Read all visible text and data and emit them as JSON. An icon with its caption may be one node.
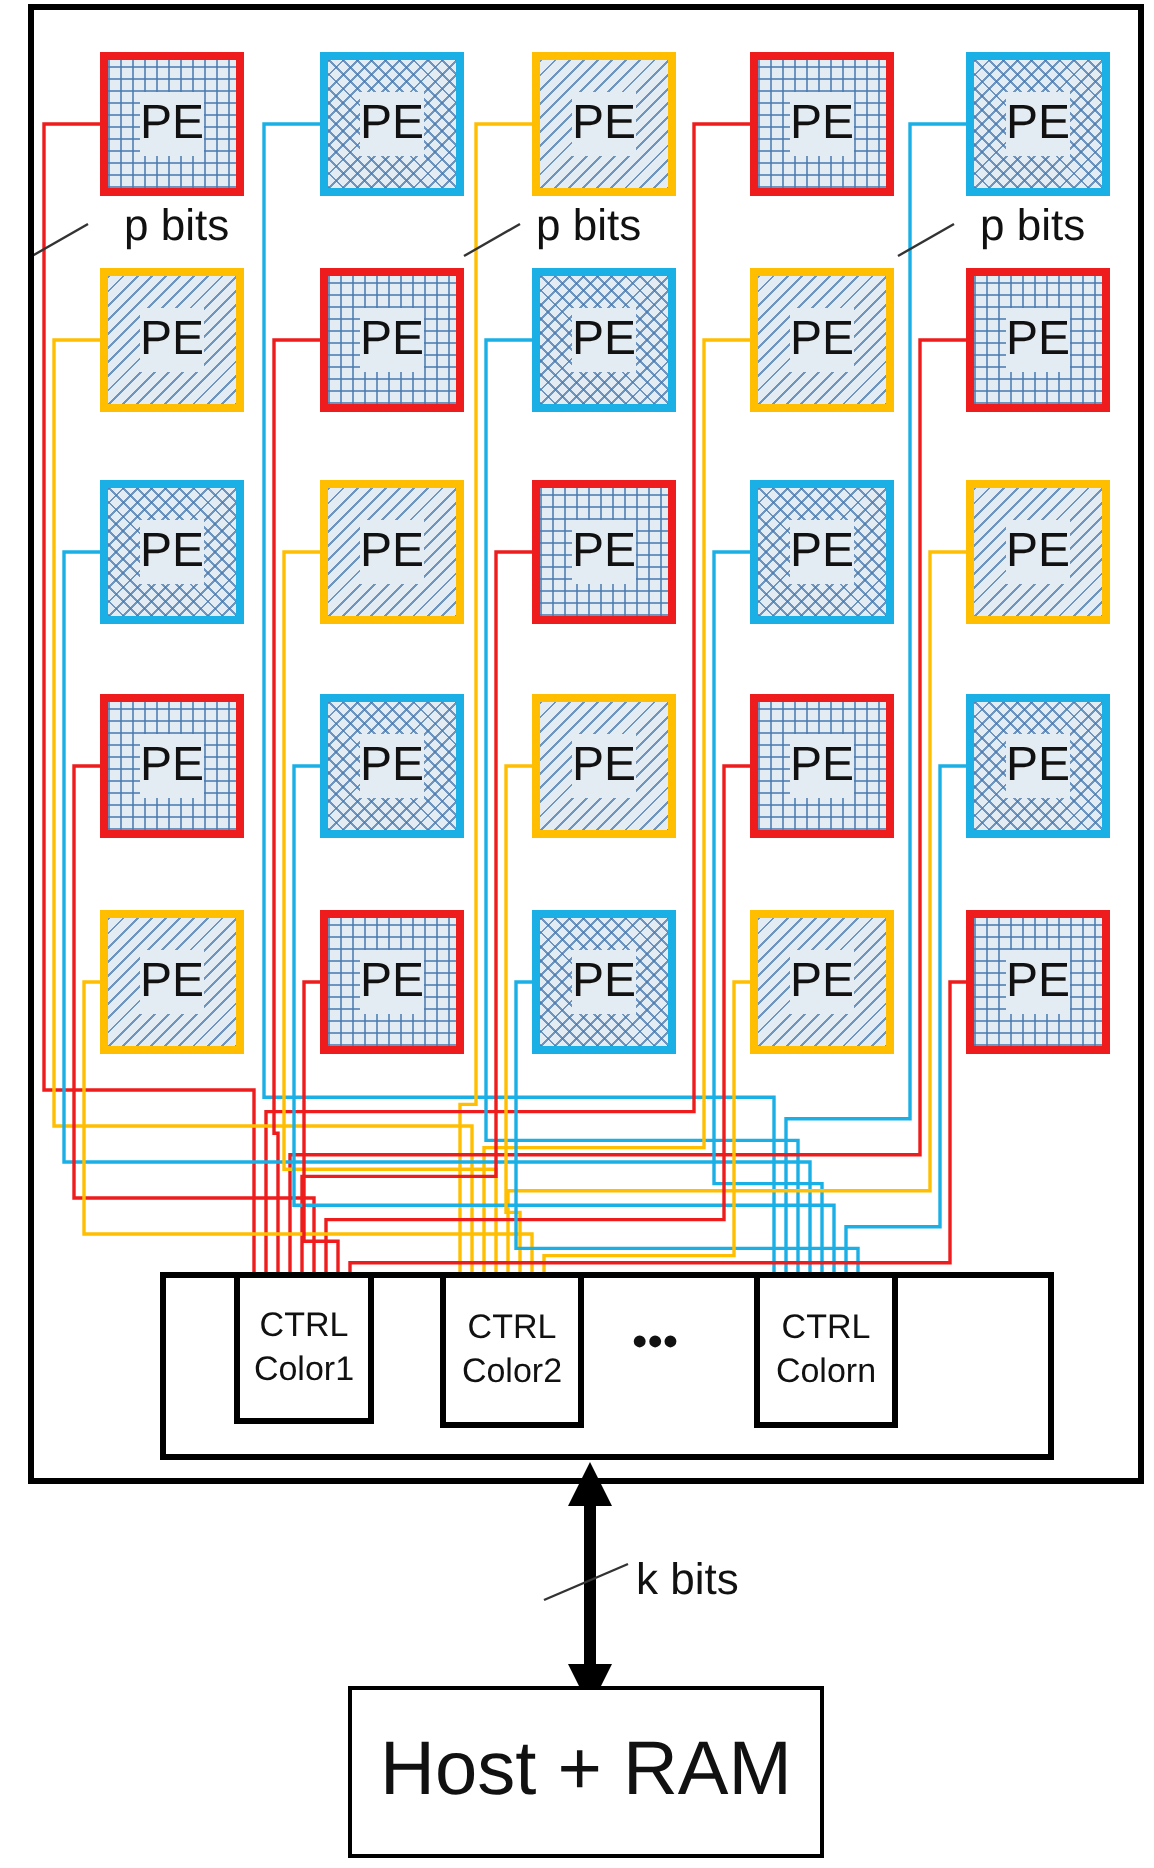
{
  "diagram": {
    "nodes": [
      {
        "text": [],
        "shape": "box"
      },
      {
        "text": [
          "PE"
        ],
        "in": 0
      },
      {
        "text": [
          "PE"
        ],
        "in": 0
      },
      {
        "text": [
          "PE"
        ],
        "in": 0
      },
      {
        "text": [
          "PE"
        ],
        "in": 0
      },
      {
        "text": [
          "PE"
        ],
        "in": 0
      },
      {
        "text": [
          "PE"
        ],
        "in": 0
      },
      {
        "text": [
          "PE"
        ],
        "in": 0
      },
      {
        "text": [
          "PE"
        ],
        "in": 0
      },
      {
        "text": [
          "PE"
        ],
        "in": 0
      },
      {
        "text": [
          "PE"
        ],
        "in": 0
      },
      {
        "text": [
          "PE"
        ],
        "in": 0
      },
      {
        "text": [
          "PE"
        ],
        "in": 0
      },
      {
        "text": [
          "PE"
        ],
        "in": 0
      },
      {
        "text": [
          "PE"
        ],
        "in": 0
      },
      {
        "text": [
          "PE"
        ],
        "in": 0
      },
      {
        "text": [
          "PE"
        ],
        "in": 0
      },
      {
        "text": [
          "PE"
        ],
        "in": 0
      },
      {
        "text": [
          "PE"
        ],
        "in": 0
      },
      {
        "text": [
          "PE"
        ],
        "in": 0
      },
      {
        "text": [
          "PE"
        ],
        "in": 0
      },
      {
        "text": [
          "PE"
        ],
        "in": 0
      },
      {
        "text": [
          "PE"
        ],
        "in": 0
      },
      {
        "text": [
          "PE"
        ],
        "in": 0
      },
      {
        "text": [
          "PE"
        ],
        "in": 0
      },
      {
        "text": [
          "PE"
        ],
        "in": 0
      },
      {
        "text": [],
        "shape": "box",
        "in": 0
      },
      {
        "text": [
          "CTRL Color1"
        ],
        "in": 26
      },
      {
        "text": [
          "CTRL Color2"
        ],
        "in": 26
      },
      {
        "text": [
          "CTRL Colorn"
        ],
        "in": 26
      },
      {
        "text": [
          "Host + RAM"
        ]
      }
    ],
    "edges": [
      {
        "from": 1,
        "to": 27,
        "arrow": "none",
        "color": "#ee1c1c"
      },
      {
        "from": 2,
        "to": 29,
        "arrow": "none",
        "color": "#1ab0e6"
      },
      {
        "from": 3,
        "to": 28,
        "arrow": "none",
        "color": "#ffbf00"
      },
      {
        "from": 4,
        "to": 27,
        "arrow": "none",
        "color": "#ee1c1c"
      },
      {
        "from": 5,
        "to": 29,
        "arrow": "none",
        "color": "#1ab0e6"
      },
      {
        "from": 6,
        "to": 28,
        "arrow": "none",
        "color": "#ffbf00"
      },
      {
        "from": 7,
        "to": 27,
        "arrow": "none",
        "color": "#ee1c1c"
      },
      {
        "from": 8,
        "to": 29,
        "arrow": "none",
        "color": "#1ab0e6"
      },
      {
        "from": 9,
        "to": 28,
        "arrow": "none",
        "color": "#ffbf00"
      },
      {
        "from": 10,
        "to": 27,
        "arrow": "none",
        "color": "#ee1c1c"
      },
      {
        "from": 11,
        "to": 29,
        "arrow": "none",
        "color": "#1ab0e6"
      },
      {
        "from": 12,
        "to": 28,
        "arrow": "none",
        "color": "#ffbf00"
      },
      {
        "from": 13,
        "to": 27,
        "arrow": "none",
        "color": "#ee1c1c"
      },
      {
        "from": 14,
        "to": 29,
        "arrow": "none",
        "color": "#1ab0e6"
      },
      {
        "from": 15,
        "to": 28,
        "arrow": "none",
        "color": "#ffbf00"
      },
      {
        "from": 16,
        "to": 27,
        "arrow": "none",
        "color": "#ee1c1c"
      },
      {
        "from": 17,
        "to": 29,
        "arrow": "none",
        "color": "#1ab0e6"
      },
      {
        "from": 18,
        "to": 28,
        "arrow": "none",
        "color": "#ffbf00"
      },
      {
        "from": 19,
        "to": 27,
        "arrow": "none",
        "color": "#ee1c1c"
      },
      {
        "from": 20,
        "to": 29,
        "arrow": "none",
        "color": "#1ab0e6"
      },
      {
        "from": 21,
        "to": 28,
        "arrow": "none",
        "color": "#ffbf00"
      },
      {
        "from": 22,
        "to": 27,
        "arrow": "none",
        "color": "#ee1c1c"
      },
      {
        "from": 23,
        "to": 29,
        "arrow": "none",
        "color": "#1ab0e6"
      },
      {
        "from": 24,
        "to": 28,
        "arrow": "none",
        "color": "#ffbf00"
      },
      {
        "from": 25,
        "to": 27,
        "arrow": "none",
        "color": "#ee1c1c"
      },
      {
        "from": 0,
        "to": 30,
        "arrow": "both",
        "style": "thick",
        "color": "#000000",
        "label": "k bits"
      }
    ],
    "labels": [
      "p bits",
      "p bits",
      "p bits",
      "•••"
    ]
  }
}
